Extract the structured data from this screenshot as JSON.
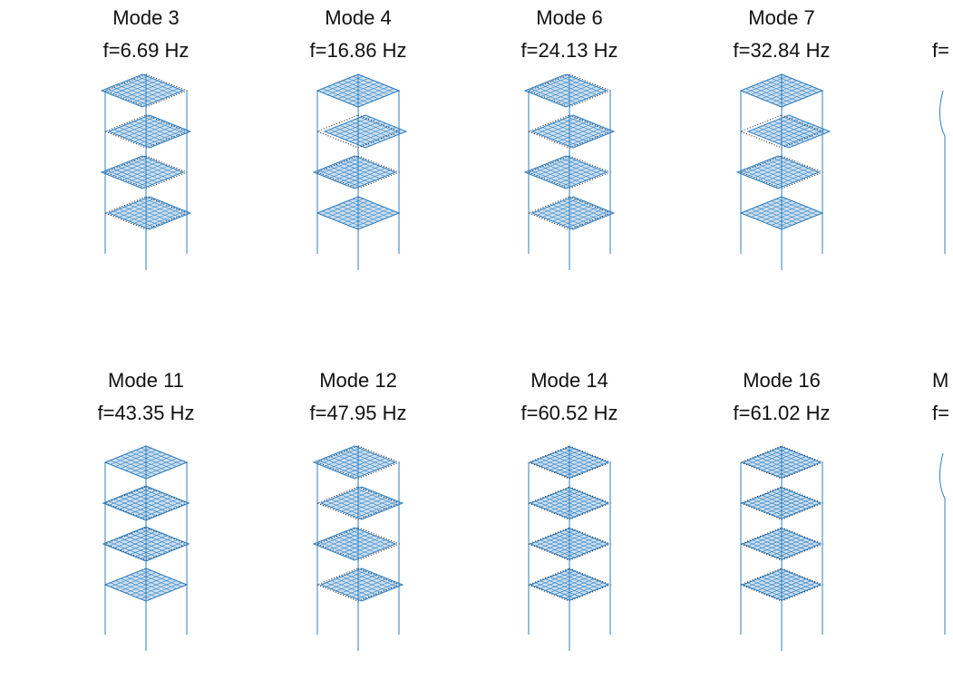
{
  "figure": {
    "colors": {
      "deformed": "#2F7FC1",
      "undeformed": "#111111"
    },
    "panels": [
      {
        "mode": "Mode 3",
        "freq": "f=6.69 Hz",
        "shape": "twist"
      },
      {
        "mode": "Mode 4",
        "freq": "f=16.86 Hz",
        "shape": "bend"
      },
      {
        "mode": "Mode 6",
        "freq": "f=24.13 Hz",
        "shape": "twist"
      },
      {
        "mode": "Mode 7",
        "freq": "f=32.84 Hz",
        "shape": "bend"
      },
      {
        "mode": "",
        "freq": "f=",
        "shape": "partial"
      },
      {
        "mode": "Mode 11",
        "freq": "f=43.35 Hz",
        "shape": "bulge"
      },
      {
        "mode": "Mode 12",
        "freq": "f=47.95 Hz",
        "shape": "twist"
      },
      {
        "mode": "Mode 14",
        "freq": "f=60.52 Hz",
        "shape": "plate"
      },
      {
        "mode": "Mode 16",
        "freq": "f=61.02 Hz",
        "shape": "plate"
      },
      {
        "mode": "M",
        "freq": "f=",
        "shape": "partial"
      }
    ]
  }
}
